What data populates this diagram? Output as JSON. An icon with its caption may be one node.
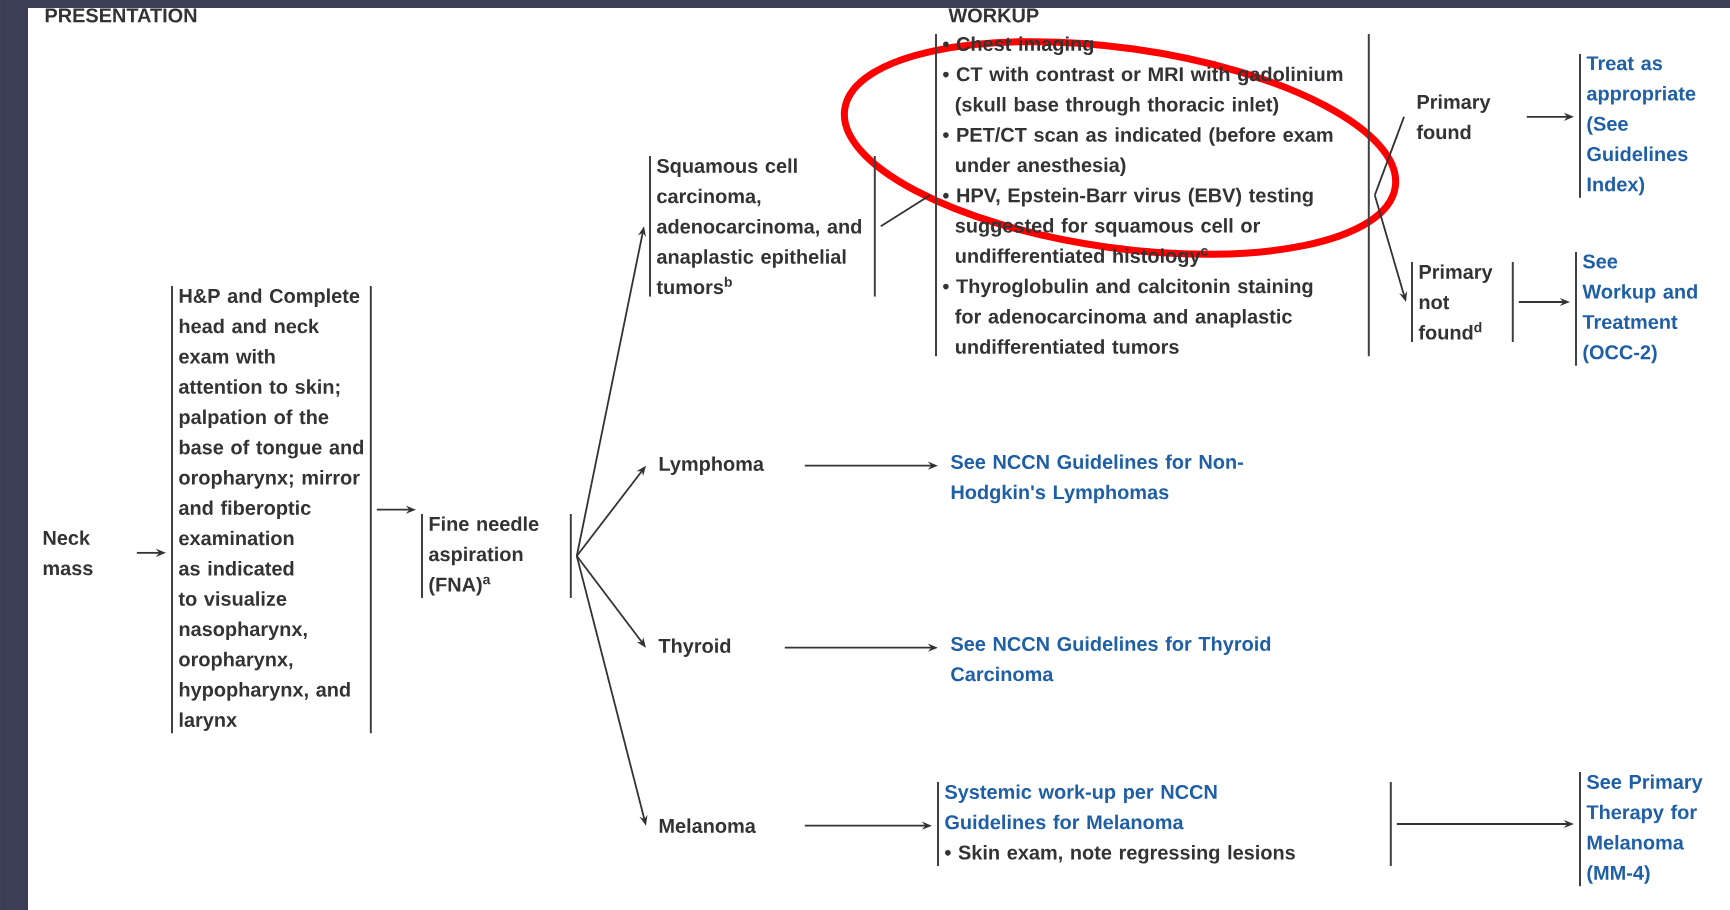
{
  "diagram": {
    "nodes": [
      {
        "text": [
          "Neck mass"
        ]
      },
      {
        "text": [
          "H&P and Complete head and neck exam with attention to skin; palpation of the base of tongue and oropharynx; mirror and fiberoptic examination as indicated to visualize nasopharynx, oropharynx, hypopharynx, and larynx"
        ]
      },
      {
        "text": [
          "Fine needle aspiration (FNA)$^{a}$"
        ]
      },
      {
        "text": [
          "Squamous cell carcinoma, adenocarcinoma, and anaplastic epithelial tumors$^{b}$"
        ]
      },
      {
        "text": [
          "Lymphoma"
        ]
      },
      {
        "text": [
          "Thyroid"
        ]
      },
      {
        "text": [
          "Melanoma"
        ]
      },
      {
        "text": [
          "• Chest imaging",
          "• CT with contrast or MRI with gadolinium (skull base through thoracic inlet)",
          "• PET/CT scan as indicated (before exam under anesthesia)",
          "• HPV, Epstein-Barr virus (EBV) testing suggested for squamous cell or undifferentiated histology$^{c}$",
          "• Thyroglobulin and calcitonin staining for adenocarcinoma and anaplastic undifferentiated tumors"
        ]
      },
      {
        "text": [
          "Primary found"
        ]
      },
      {
        "text": [
          "Primary not found$^{d}$"
        ]
      },
      {
        "text": [
          "Treat as appropriate (See Guidelines Index)"
        ]
      },
      {
        "text": [
          "See Workup and Treatment (OCC-2)"
        ]
      },
      {
        "text": [
          "See NCCN Guidelines for Non-Hodgkin's Lymphomas"
        ]
      },
      {
        "text": [
          "See NCCN Guidelines for Thyroid Carcinoma"
        ]
      },
      {
        "text": [
          "Systemic work-up per NCCN Guidelines for Melanoma",
          "• Skin exam, note regressing lesions"
        ]
      },
      {
        "text": [
          "See Primary Therapy for Melanoma (MM-4)"
        ]
      }
    ],
    "edges": [
      {
        "from": 0,
        "to": 1,
        "arrow": "to"
      },
      {
        "from": 1,
        "to": 2,
        "arrow": "to"
      },
      {
        "from": 2,
        "to": 3,
        "arrow": "to"
      },
      {
        "from": 2,
        "to": 4,
        "arrow": "to"
      },
      {
        "from": 2,
        "to": 5,
        "arrow": "to"
      },
      {
        "from": 2,
        "to": 6,
        "arrow": "to"
      },
      {
        "from": 3,
        "to": 7,
        "arrow": "none"
      },
      {
        "from": 7,
        "to": 8,
        "arrow": "none"
      },
      {
        "from": 7,
        "to": 9,
        "arrow": "to"
      },
      {
        "from": 8,
        "to": 10,
        "arrow": "to"
      },
      {
        "from": 9,
        "to": 11,
        "arrow": "to"
      },
      {
        "from": 4,
        "to": 12,
        "arrow": "to"
      },
      {
        "from": 5,
        "to": 13,
        "arrow": "to"
      },
      {
        "from": 6,
        "to": 14,
        "arrow": "to"
      },
      {
        "from": 14,
        "to": 15,
        "arrow": "to"
      }
    ],
    "labels": [
      "PRESENTATION",
      "WORKUP"
    ]
  }
}
